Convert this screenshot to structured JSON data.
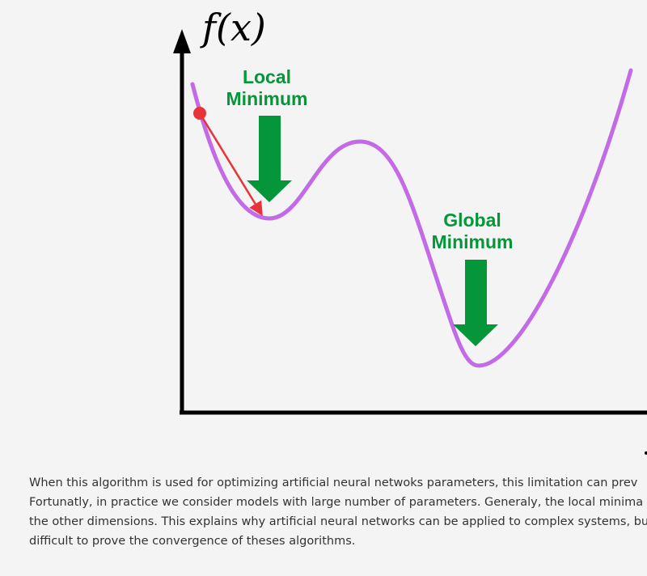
{
  "diagram": {
    "y_axis_label": "f(x)",
    "local_minimum": {
      "line1": "Local",
      "line2": "Minimum"
    },
    "global_minimum": {
      "line1": "Global",
      "line2": "Minimum"
    },
    "colors": {
      "curve": "#c36ae6",
      "arrow": "#06963a",
      "label": "#06963a",
      "gradient_step": "#e8333b",
      "axis": "#000000"
    }
  },
  "text": {
    "line1": "When this algorithm is used for optimizing artificial neural netwoks parameters, this limitation can prev",
    "line2": "Fortunatly, in practice we consider models with large number of parameters. Generaly, the local minima in a",
    "line3": "the other dimensions. This explains why artificial neural networks can be applied to complex systems, but t",
    "line4": "difficult to prove the convergence of theses algorithms."
  }
}
